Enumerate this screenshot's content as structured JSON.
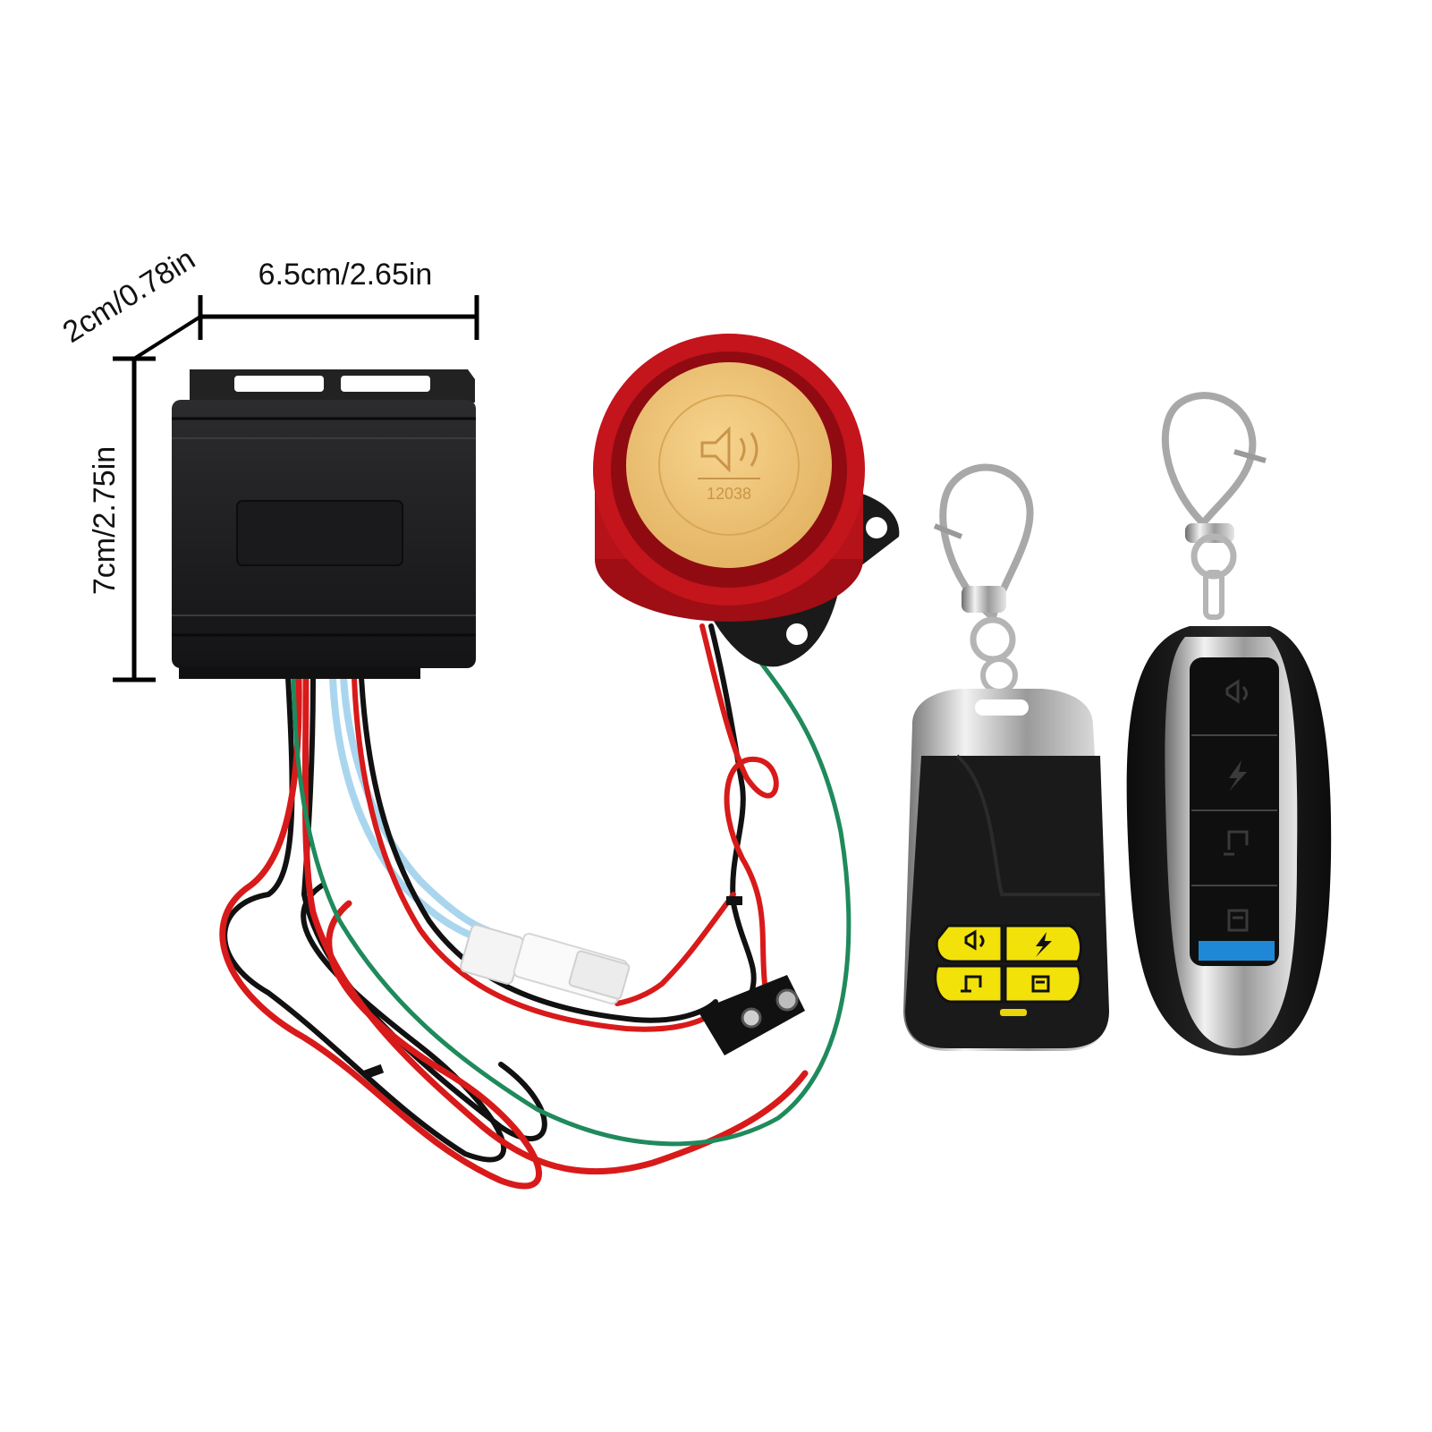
{
  "dimensions": {
    "width_label": "6.5cm/2.65in",
    "depth_label": "2cm/0.78in",
    "height_label": "7cm/2.75in"
  },
  "siren": {
    "cap_text": "12038"
  },
  "colors": {
    "control_box": "#1e1e20",
    "siren_red": "#c4141c",
    "siren_cap": "#f0c77a",
    "remote_button_yellow": "#f2e20a",
    "remote_indicator_blue": "#1e88d6",
    "wire_red": "#d81a1a",
    "wire_green": "#1f8a5c",
    "wire_light_blue": "#a9d6ee",
    "wire_black": "#111111"
  },
  "icons": [
    "siren-icon",
    "lightning-icon",
    "door-locked-icon",
    "door-unlocked-icon"
  ]
}
